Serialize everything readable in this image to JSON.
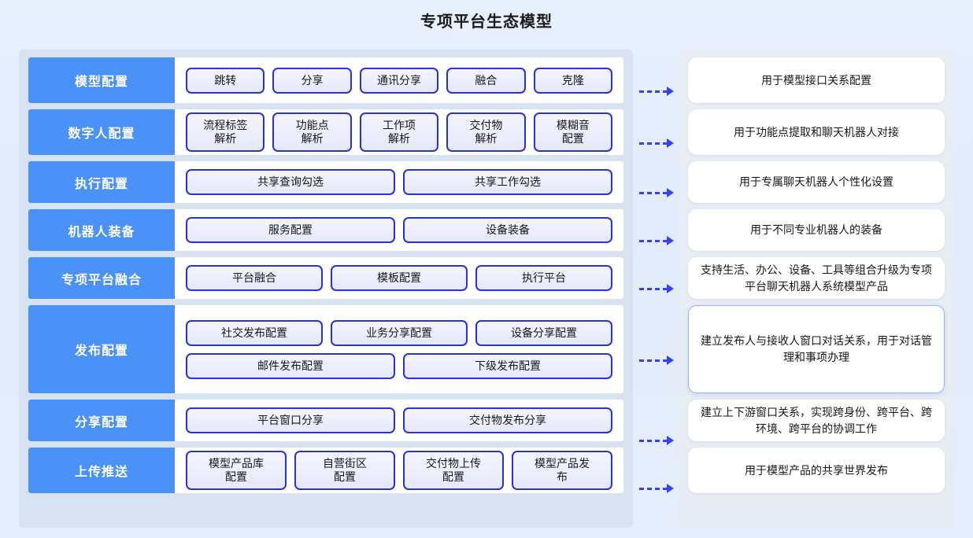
{
  "header": {
    "title": "专项平台生态模型"
  },
  "colors": {
    "category_blue": "#4a92f8",
    "chip_border": "#2731dd",
    "arrow_blue": "#3343ef",
    "page_bg": "#e4edfd",
    "left_panel_bg": "#d8e2f0",
    "right_panel_bg": "#e9edf4",
    "card_bg": "#ffffff",
    "highlight_border": "#8fb7f5"
  },
  "arrow": {
    "icon": "dashed-arrow-right-icon"
  },
  "rows": [
    {
      "category": "模型配置",
      "lines": [
        [
          "跳转",
          "分享",
          "通讯分享",
          "融合",
          "克隆"
        ]
      ],
      "description": "用于模型接口关系配置",
      "highlighted": false
    },
    {
      "category": "数字人配置",
      "lines": [
        [
          "流程标签\n解析",
          "功能点\n解析",
          "工作项\n解析",
          "交付物\n解析",
          "模糊音\n配置"
        ]
      ],
      "description": "用于功能点提取和聊天机器人对接",
      "highlighted": false
    },
    {
      "category": "执行配置",
      "lines": [
        [
          "共享查询勾选",
          "共享工作勾选"
        ]
      ],
      "description": "用于专属聊天机器人个性化设置",
      "highlighted": false
    },
    {
      "category": "机器人装备",
      "lines": [
        [
          "服务配置",
          "设备装备"
        ]
      ],
      "description": "用于不同专业机器人的装备",
      "highlighted": false
    },
    {
      "category": "专项平台融合",
      "lines": [
        [
          "平台融合",
          "模板配置",
          "执行平台"
        ]
      ],
      "description": "支持生活、办公、设备、工具等组合升级为专项平台聊天机器人系统模型产品",
      "highlighted": false
    },
    {
      "category": "发布配置",
      "lines": [
        [
          "社交发布配置",
          "业务分享配置",
          "设备分享配置"
        ],
        [
          "邮件发布配置",
          "下级发布配置"
        ]
      ],
      "description": "建立发布人与接收人窗口对话关系，用于对话管理和事项办理",
      "highlighted": true
    },
    {
      "category": "分享配置",
      "lines": [
        [
          "平台窗口分享",
          "交付物发布分享"
        ]
      ],
      "description": "建立上下游窗口关系，实现跨身份、跨平台、跨环境、跨平台的协调工作",
      "highlighted": false
    },
    {
      "category": "上传推送",
      "lines": [
        [
          "模型产品库\n配置",
          "自营街区\n配置",
          "交付物上传\n配置",
          "模型产品发\n布"
        ]
      ],
      "description": "用于模型产品的共享世界发布",
      "highlighted": false
    }
  ]
}
